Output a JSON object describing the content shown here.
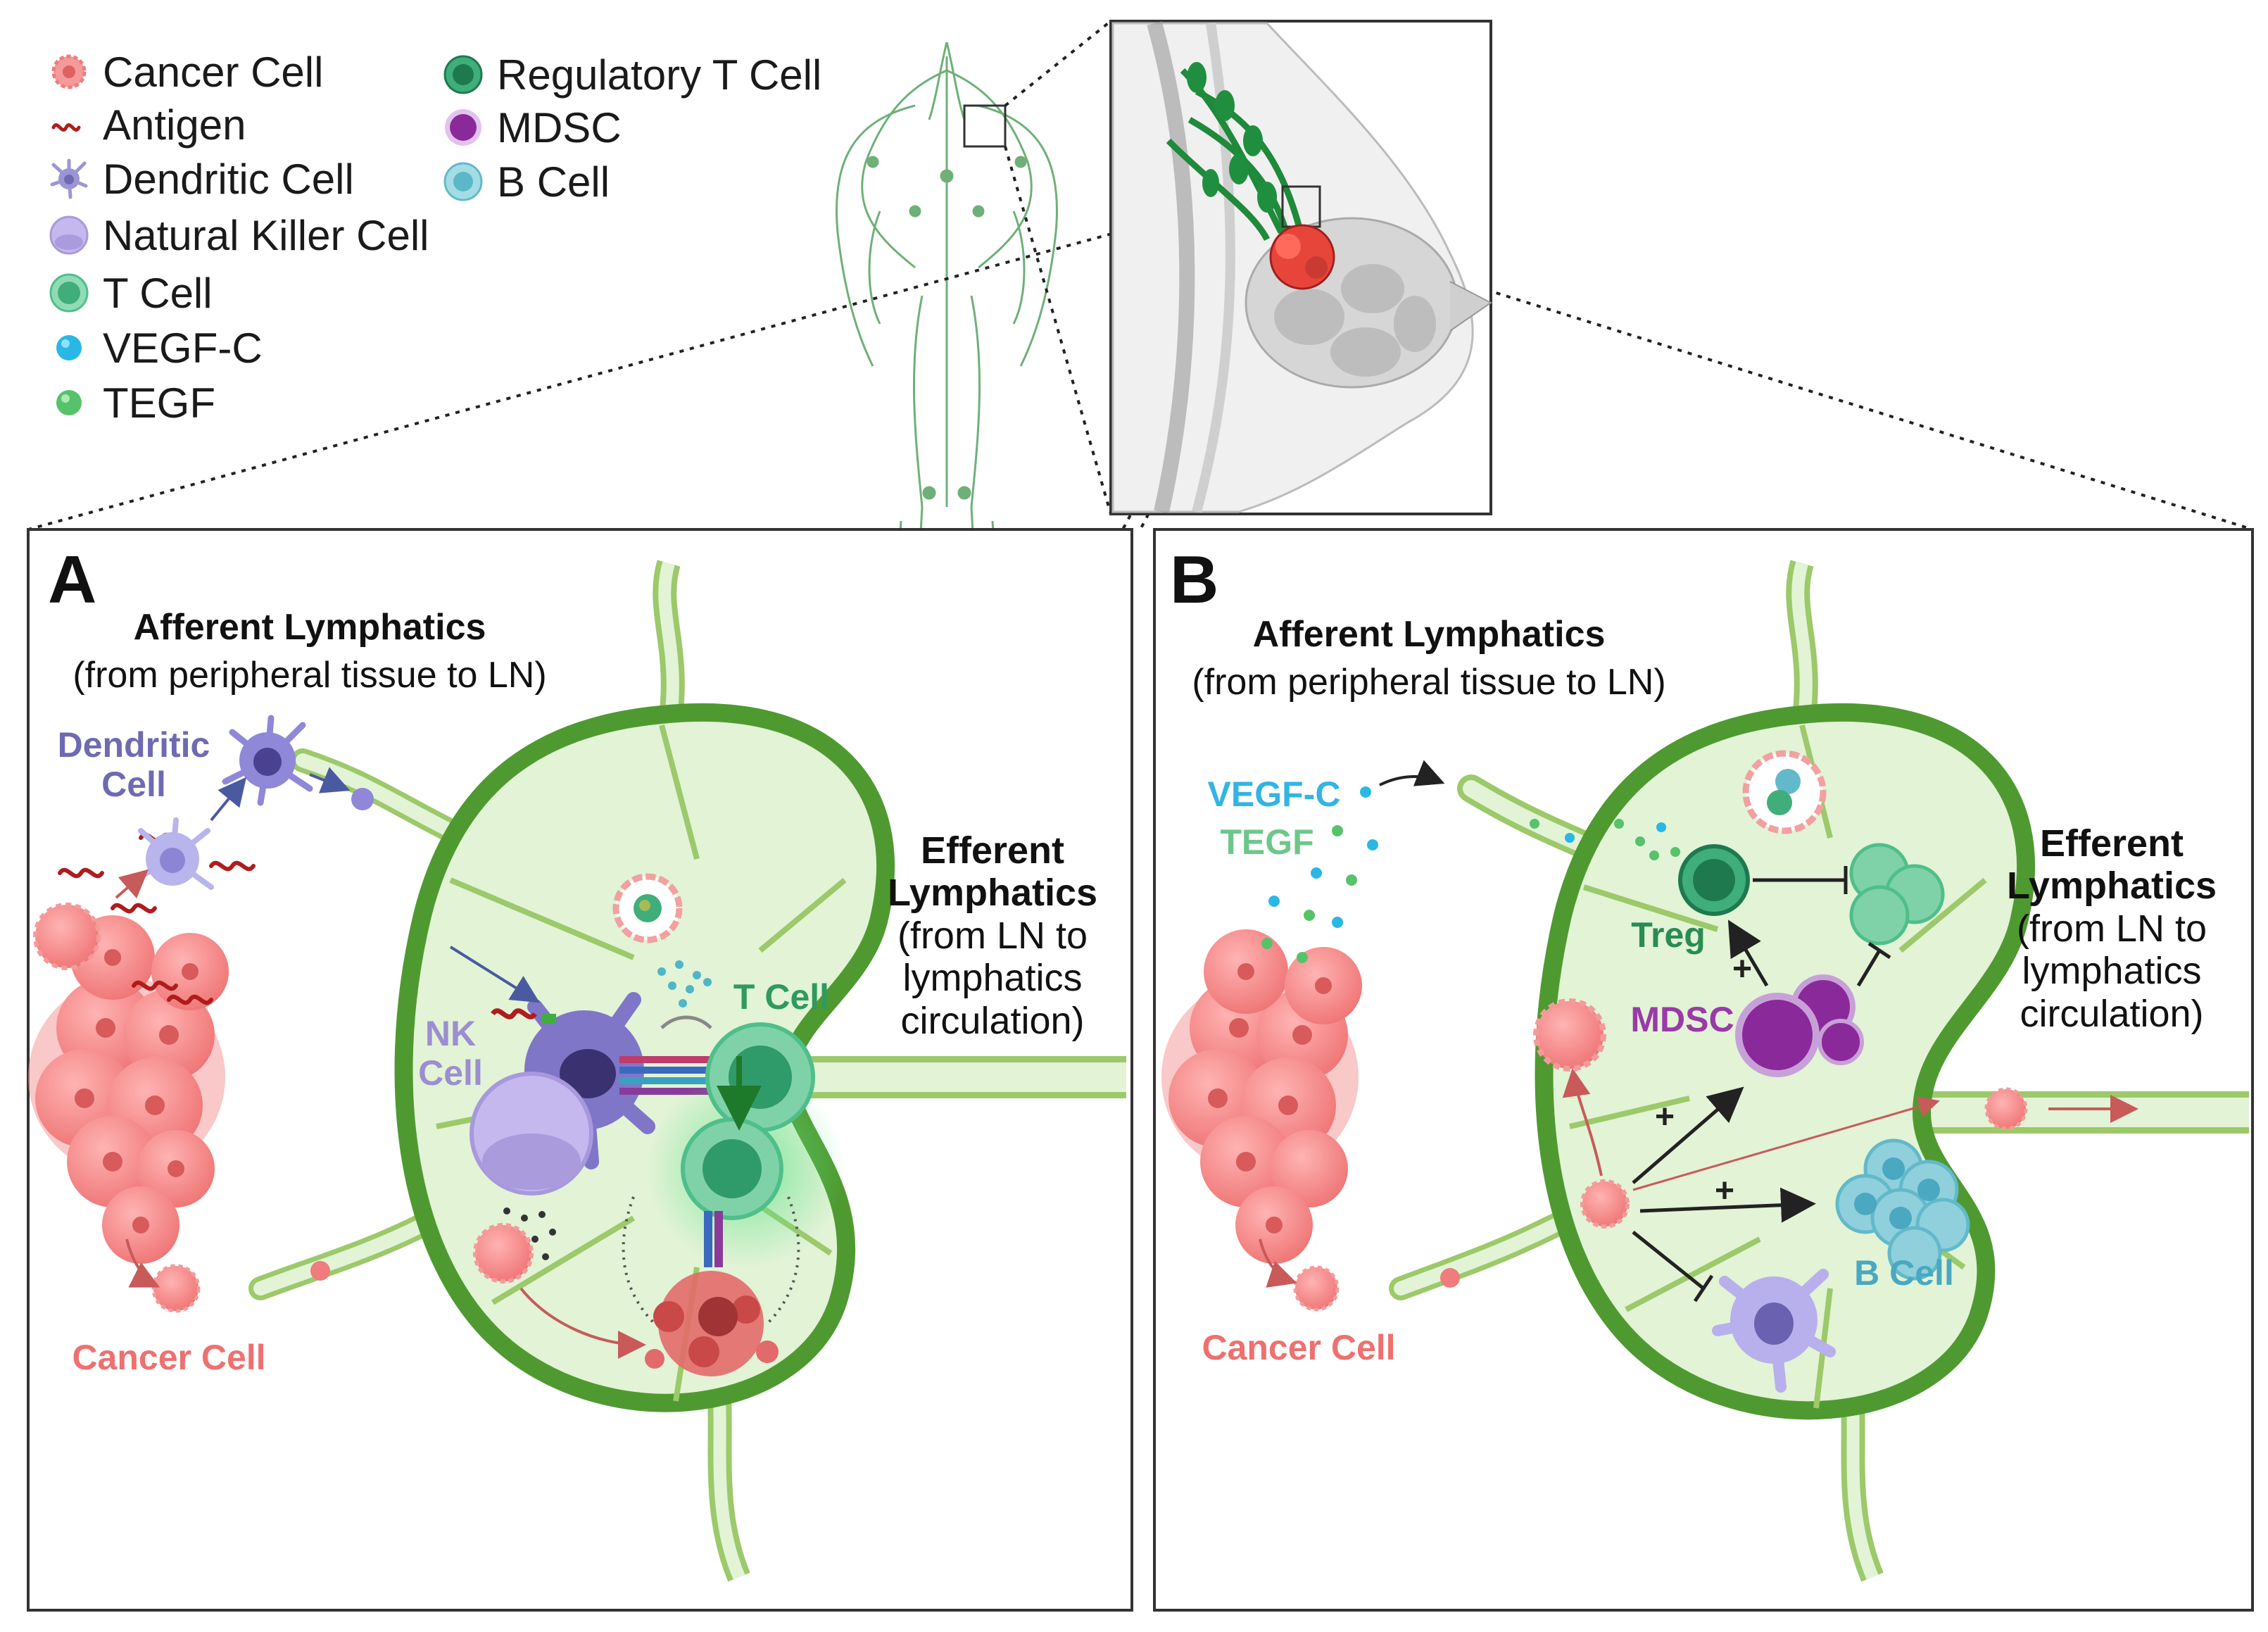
{
  "legend": {
    "items": [
      {
        "label": "Cancer Cell",
        "icon": "cancer-cell-icon",
        "color": "#f07c7c"
      },
      {
        "label": "Antigen",
        "icon": "antigen-icon",
        "color": "#b01c1c"
      },
      {
        "label": "Dendritic Cell",
        "icon": "dendritic-cell-icon",
        "color": "#9a96d6"
      },
      {
        "label": "Natural Killer Cell",
        "icon": "nk-cell-icon",
        "color": "#b4a8e4"
      },
      {
        "label": "T Cell",
        "icon": "t-cell-icon",
        "color": "#4fbf8a"
      },
      {
        "label": "VEGF-C",
        "icon": "vegf-c-icon",
        "color": "#29b8e6"
      },
      {
        "label": "TEGF",
        "icon": "tegf-icon",
        "color": "#56c26a"
      },
      {
        "label": "Regulatory T Cell",
        "icon": "treg-icon",
        "color": "#1e7a4e"
      },
      {
        "label": "MDSC",
        "icon": "mdsc-icon",
        "color": "#8a2a9a"
      },
      {
        "label": "B Cell",
        "icon": "b-cell-icon",
        "color": "#5cb8c8"
      }
    ]
  },
  "panel_a": {
    "letter": "A",
    "afferent_title": "Afferent Lymphatics",
    "afferent_sub": "(from peripheral tissue to LN)",
    "dendritic_line1": "Dendritic",
    "dendritic_line2": "Cell",
    "nk_line1": "NK",
    "nk_line2": "Cell",
    "t_cell": "T Cell",
    "cancer_cell": "Cancer Cell",
    "efferent_title_1": "Efferent",
    "efferent_title_2": "Lymphatics",
    "efferent_sub_1": "(from LN to",
    "efferent_sub_2": "lymphatics",
    "efferent_sub_3": "circulation)"
  },
  "panel_b": {
    "letter": "B",
    "afferent_title": "Afferent Lymphatics",
    "afferent_sub": "(from peripheral tissue to LN)",
    "vegf_c": "VEGF-C",
    "tegf": "TEGF",
    "treg": "Treg",
    "mdsc": "MDSC",
    "b_cell": "B Cell",
    "cancer_cell": "Cancer Cell",
    "plus": "+",
    "efferent_title_1": "Efferent",
    "efferent_title_2": "Lymphatics",
    "efferent_sub_1": "(from LN to",
    "efferent_sub_2": "lymphatics",
    "efferent_sub_3": "circulation)"
  },
  "colors": {
    "node_fill": "#e2f3d6",
    "node_rim": "#4f9a30",
    "vessel": "#9cc96a",
    "cancer": "#f27d7d",
    "cancer_dark": "#c94848",
    "dendritic": "#7f76c8",
    "nk": "#b9aee6",
    "tcell": "#4fbf8a",
    "treg": "#1e7a4e",
    "mdsc": "#8a2a9a",
    "bcell": "#62b9c9",
    "vegf": "#29b8e6",
    "tegf": "#56c26a",
    "dendritic_label": "#6e6ab2",
    "nk_label": "#9c8ed0",
    "tcell_label": "#2f9a5c",
    "cancer_label": "#ef7070",
    "treg_label": "#2a8c52",
    "mdsc_label": "#9a3aa8",
    "bcell_label": "#4aa8c0",
    "vegf_label": "#33b4e4",
    "tegf_label": "#6cc88a"
  }
}
